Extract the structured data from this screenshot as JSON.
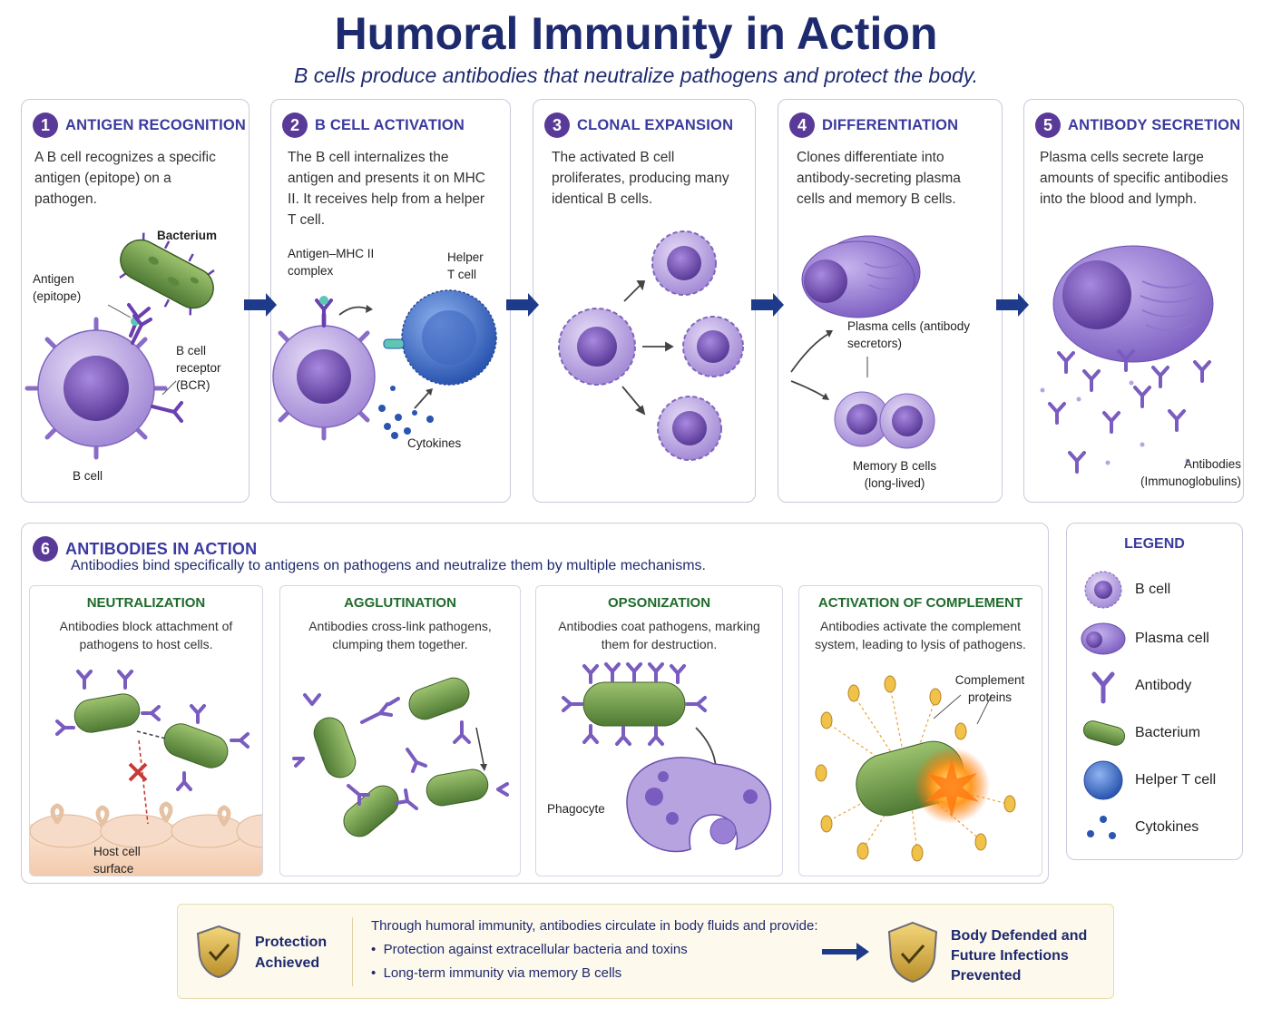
{
  "title": "Humoral Immunity in Action",
  "subtitle": "B cells produce antibodies that neutralize pathogens and protect the body.",
  "colors": {
    "navy": "#1e2a6e",
    "purple": "#7a5cc0",
    "bcell": "#b8a3e0",
    "helper": "#3f6fc8",
    "bacterium": "#6f9a4a",
    "green_title": "#1f6b2c",
    "accent": "#3a3aa0"
  },
  "steps": [
    {
      "num": "1",
      "title": "ANTIGEN RECOGNITION",
      "desc": "A B cell recognizes a specific antigen (epitope) on a pathogen.",
      "labels": {
        "bacterium": "Bacterium",
        "antigen": "Antigen (epitope)",
        "bcr": "B cell receptor (BCR)",
        "bcell": "B cell"
      }
    },
    {
      "num": "2",
      "title": "B CELL ACTIVATION",
      "desc": "The B cell internalizes the antigen and presents it on MHC II. It receives help from a helper T cell.",
      "labels": {
        "mhc": "Antigen–MHC II complex",
        "helper": "Helper T cell",
        "cytokines": "Cytokines"
      }
    },
    {
      "num": "3",
      "title": "CLONAL EXPANSION",
      "desc": "The activated B cell proliferates, producing many identical B cells.",
      "labels": {}
    },
    {
      "num": "4",
      "title": "DIFFERENTIATION",
      "desc": "Clones differentiate into antibody-secreting plasma cells and memory B cells.",
      "labels": {
        "plasma": "Plasma cells (antibody secretors)",
        "memory": "Memory B cells (long-lived)"
      }
    },
    {
      "num": "5",
      "title": "ANTIBODY SECRETION",
      "desc": "Plasma cells secrete large amounts of specific antibodies into the blood and lymph.",
      "labels": {
        "antibodies": "Antibodies (Immunoglobulins)"
      }
    }
  ],
  "action": {
    "num": "6",
    "title": "ANTIBODIES IN ACTION",
    "desc": "Antibodies bind specifically to antigens on pathogens and neutralize them by multiple mechanisms.",
    "mechanisms": [
      {
        "title": "NEUTRALIZATION",
        "desc": "Antibodies block attachment of pathogens to host cells.",
        "label": "Host cell surface"
      },
      {
        "title": "AGGLUTINATION",
        "desc": "Antibodies cross-link pathogens, clumping them together.",
        "label": ""
      },
      {
        "title": "OPSONIZATION",
        "desc": "Antibodies coat pathogens, marking them for destruction.",
        "label": "Phagocyte"
      },
      {
        "title": "ACTIVATION OF COMPLEMENT",
        "desc": "Antibodies activate the complement system, leading to lysis of pathogens.",
        "label": "Complement proteins"
      }
    ]
  },
  "legend": {
    "title": "LEGEND",
    "items": [
      {
        "icon": "b-cell-icon",
        "label": "B cell"
      },
      {
        "icon": "plasma-cell-icon",
        "label": "Plasma cell"
      },
      {
        "icon": "antibody-icon",
        "label": "Antibody"
      },
      {
        "icon": "bacterium-icon",
        "label": "Bacterium"
      },
      {
        "icon": "helper-t-cell-icon",
        "label": "Helper T cell"
      },
      {
        "icon": "cytokines-icon",
        "label": "Cytokines"
      }
    ]
  },
  "footer": {
    "left": "Protection Achieved",
    "intro": "Through humoral immunity, antibodies circulate in body fluids and provide:",
    "bullets": [
      "Protection against extracellular bacteria and toxins",
      "Long-term immunity via memory B cells"
    ],
    "right": "Body Defended and Future Infections Prevented"
  }
}
